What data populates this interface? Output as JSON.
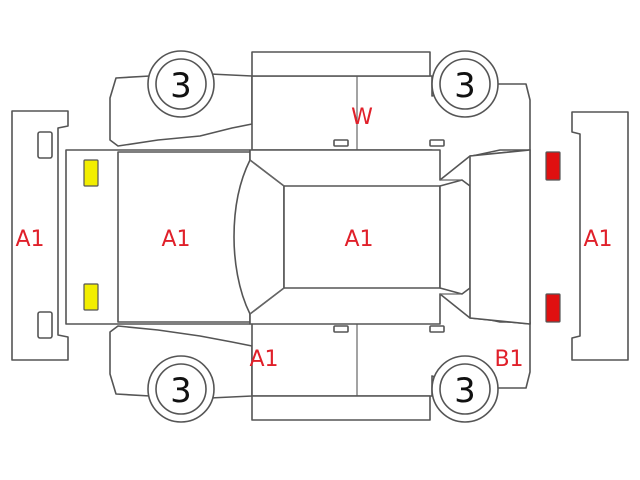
{
  "colors": {
    "line": "#555555",
    "mark_text": "#e0202a",
    "lamp_front": "#f2ee00",
    "lamp_rear": "#e01010",
    "tire_text": "#111111"
  },
  "marks": {
    "front_bumper": "A1",
    "hood": "A1",
    "roof": "A1",
    "rear_bumper": "A1",
    "left_front_door_edge": "A1",
    "right_door_top": "W",
    "left_rear_quarter": "B1"
  },
  "tires": {
    "right_front": "3",
    "right_rear": "3",
    "left_front": "3",
    "left_rear": "3"
  }
}
